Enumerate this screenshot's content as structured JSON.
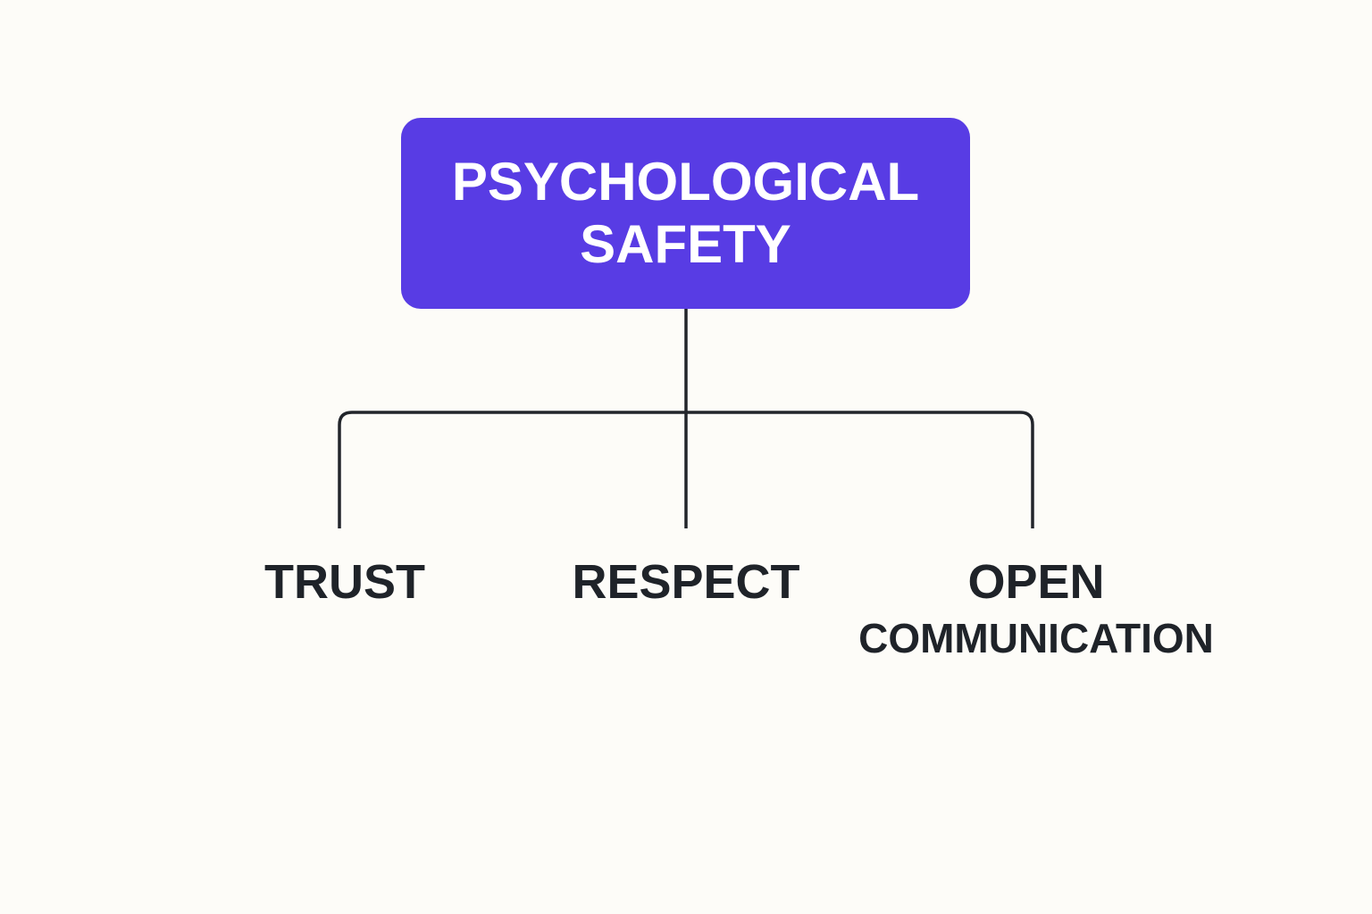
{
  "colors": {
    "background": "#fdfcf8",
    "root_fill": "#583ce4",
    "root_text": "#ffffff",
    "connector": "#22252b",
    "child_text": "#1f2329"
  },
  "root": {
    "label": "PSYCHOLOGICAL SAFETY"
  },
  "children": [
    {
      "label": "TRUST"
    },
    {
      "label": "RESPECT"
    },
    {
      "label_line1": "OPEN",
      "label_line2": "COMMUNICATION"
    }
  ]
}
